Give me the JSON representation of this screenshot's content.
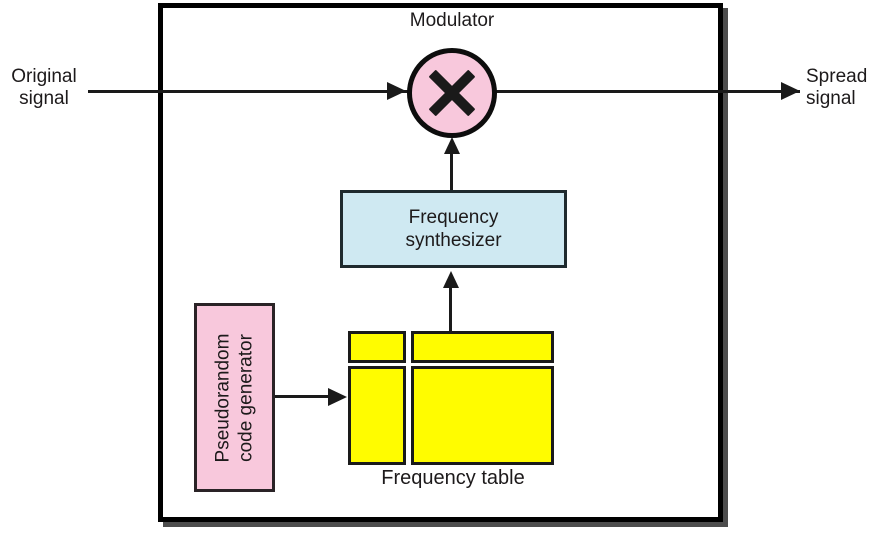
{
  "diagram": {
    "modulator": {
      "label": "Modulator",
      "symbol": "multiply-x",
      "fill": "#f8c8dc"
    },
    "input": {
      "line1": "Original",
      "line2": "signal"
    },
    "output": {
      "line1": "Spread",
      "line2": "signal"
    },
    "synthesizer": {
      "line1": "Frequency",
      "line2": "synthesizer",
      "fill": "#cfe9f2"
    },
    "generator": {
      "line1": "Pseudorandom",
      "line2": "code generator",
      "fill": "#f8c8dc"
    },
    "frequency_table": {
      "label": "Frequency table",
      "fill": "#fffc00"
    }
  },
  "colors": {
    "line": "#1a1a1a",
    "outer_border": "#000000",
    "shadow": "#4d4d4d",
    "background": "#ffffff"
  }
}
